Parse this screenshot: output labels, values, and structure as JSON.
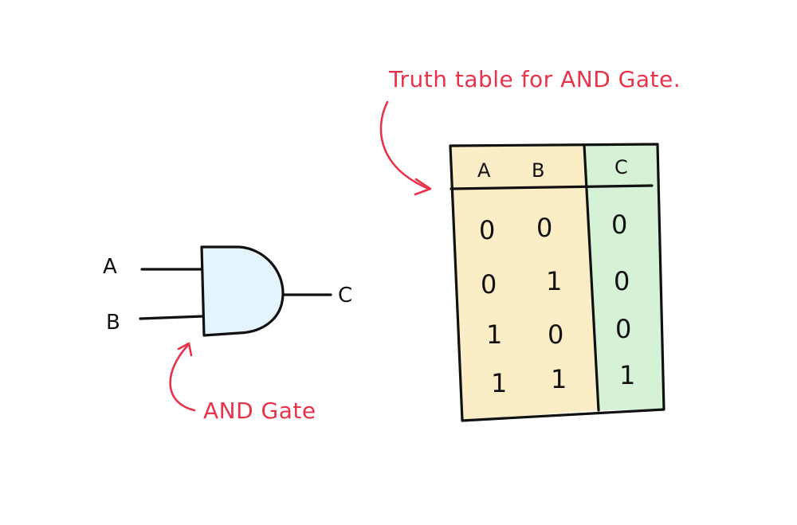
{
  "gate": {
    "input_a": "A",
    "input_b": "B",
    "output": "C",
    "caption": "AND Gate",
    "body_color": "#e3f4fc"
  },
  "truth_table": {
    "caption": "Truth table for AND Gate.",
    "headers": [
      "A",
      "B",
      "C"
    ],
    "rows": [
      [
        "0",
        "0",
        "0"
      ],
      [
        "0",
        "1",
        "0"
      ],
      [
        "1",
        "0",
        "0"
      ],
      [
        "1",
        "1",
        "1"
      ]
    ],
    "input_color": "#fbedc6",
    "output_color": "#d5f2d6"
  },
  "annotation_color": "#e8334a"
}
